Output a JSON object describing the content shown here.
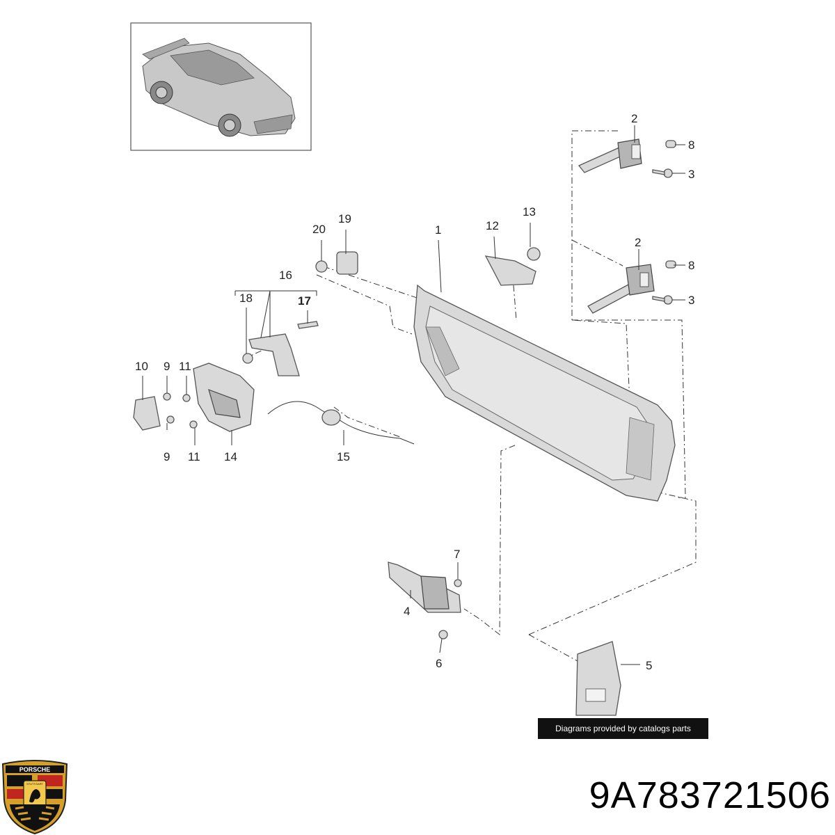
{
  "diagram": {
    "callouts": [
      {
        "id": "c1",
        "label": "1"
      },
      {
        "id": "c2a",
        "label": "2"
      },
      {
        "id": "c2b",
        "label": "2"
      },
      {
        "id": "c3a",
        "label": "3"
      },
      {
        "id": "c3b",
        "label": "3"
      },
      {
        "id": "c4",
        "label": "4"
      },
      {
        "id": "c5",
        "label": "5"
      },
      {
        "id": "c6",
        "label": "6"
      },
      {
        "id": "c7",
        "label": "7"
      },
      {
        "id": "c8a",
        "label": "8"
      },
      {
        "id": "c8b",
        "label": "8"
      },
      {
        "id": "c9a",
        "label": "9"
      },
      {
        "id": "c9b",
        "label": "9"
      },
      {
        "id": "c10",
        "label": "10"
      },
      {
        "id": "c11a",
        "label": "11"
      },
      {
        "id": "c11b",
        "label": "11"
      },
      {
        "id": "c12",
        "label": "12"
      },
      {
        "id": "c13",
        "label": "13"
      },
      {
        "id": "c14",
        "label": "14"
      },
      {
        "id": "c15",
        "label": "15"
      },
      {
        "id": "c16",
        "label": "16"
      },
      {
        "id": "c17",
        "label": "17"
      },
      {
        "id": "c18",
        "label": "18"
      },
      {
        "id": "c19",
        "label": "19"
      },
      {
        "id": "c20",
        "label": "20"
      }
    ]
  },
  "credit": "Diagrams provided by catalogs parts",
  "part_number": "9A783721506",
  "brand": {
    "logo_icon": "porsche-crest-icon",
    "logo_text": "PORSCHE",
    "logo_subtext": "STUTTGART"
  },
  "colors": {
    "part_fill": "#d9d9d9",
    "line": "#333333",
    "banner": "#111111",
    "crest_gold": "#d4a02a",
    "crest_red": "#c0251f"
  }
}
